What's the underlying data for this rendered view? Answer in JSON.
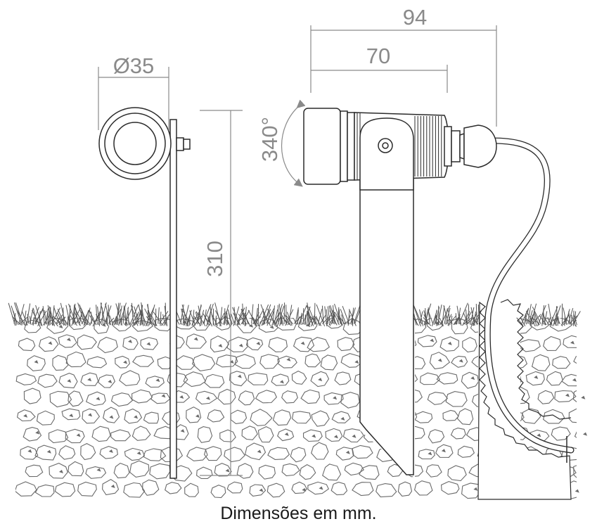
{
  "dimensions": {
    "diameter": "Ø35",
    "overall_length": "94",
    "body_length": "70",
    "rotation": "340°",
    "height": "310"
  },
  "caption": "Dimensões em mm.",
  "colors": {
    "line": "#2b2b2b",
    "dimension": "#8a8a8a",
    "grass": "#555555",
    "stone": "#6a6a6a"
  }
}
